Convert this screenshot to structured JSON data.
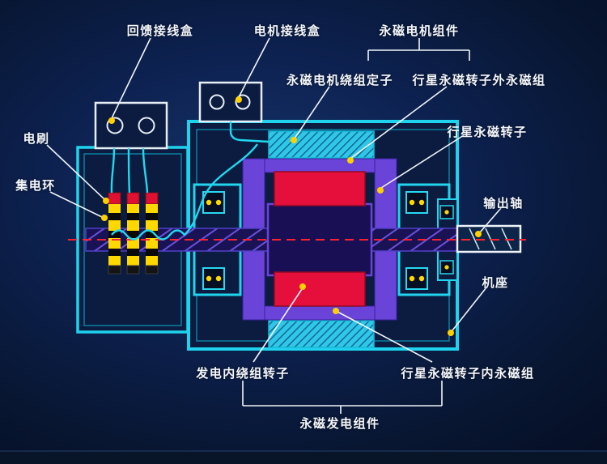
{
  "labels": {
    "feedback_junction_box": "回馈接线盒",
    "motor_junction_box": "电机接线盒",
    "pm_motor_assembly": "永磁电机组件",
    "pm_motor_stator": "永磁电机绕组定子",
    "planetary_rotor_outer_magnets": "行星永磁转子外永磁组",
    "planetary_rotor": "行星永磁转子",
    "brush": "电刷",
    "slip_ring": "集电环",
    "output_shaft": "输出轴",
    "frame": "机座",
    "generator_inner_winding_rotor": "发电内绕组转子",
    "planetary_rotor_inner_magnets": "行星永磁转子内永磁组",
    "pm_generator_assembly": "永磁发电组件"
  },
  "colors": {
    "background": "#0d2150",
    "housing_cyan": "#1fd2ee",
    "rotor_purple": "#6a44d8",
    "magnet_red": "#e60f3c",
    "slip_ring_yellow": "#ffd800",
    "marker_yellow": "#ffd000",
    "centerline_red": "#ff2233",
    "label_white": "#f4f7fb",
    "junction_box_white": "#e8eef6"
  }
}
